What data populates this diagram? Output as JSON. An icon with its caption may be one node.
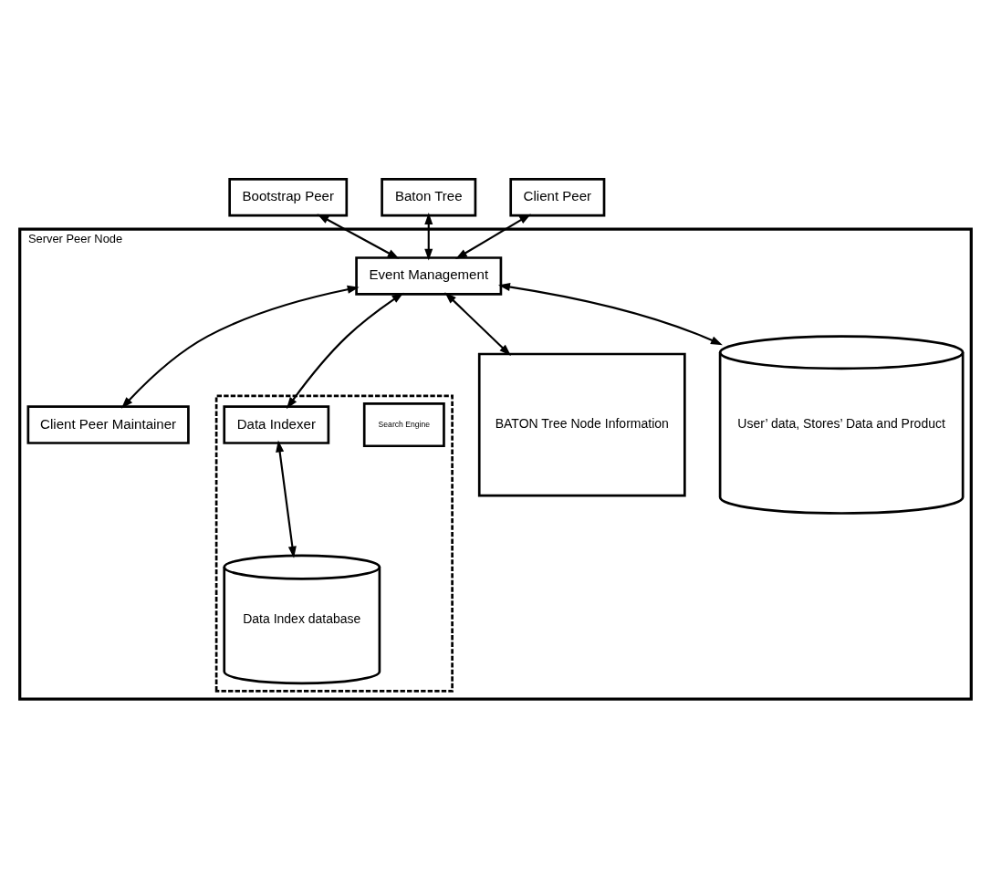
{
  "diagram": {
    "nodes": [
      {
        "text": [
          "Bootstrap Peer"
        ]
      },
      {
        "text": [
          "Baton Tree"
        ]
      },
      {
        "text": [
          "Server Peer Node"
        ]
      },
      {
        "text": [
          "Client Peer"
        ]
      },
      {
        "text": [
          "Event Management"
        ],
        "in": 2
      },
      {
        "text": [
          "Client Peer Maintainer"
        ],
        "in": 2
      },
      {
        "text": [],
        "shape": "box",
        "in": 2
      },
      {
        "text": [
          "Search Engine"
        ],
        "in": 6
      },
      {
        "text": [
          "Data Indexer"
        ],
        "in": 6
      },
      {
        "text": [
          "Data Index database"
        ],
        "in": 6
      },
      {
        "text": [
          "BATON Tree Node Information"
        ],
        "in": 2
      },
      {
        "text": [
          "User’ data, Stores’ Data and Product"
        ],
        "in": 2
      }
    ],
    "edges": [
      {
        "from": 0,
        "to": 4,
        "arrow": "both"
      },
      {
        "from": 1,
        "to": 4,
        "arrow": "both"
      },
      {
        "from": 3,
        "to": 4,
        "arrow": "both"
      },
      {
        "from": 4,
        "to": 5,
        "arrow": "both"
      },
      {
        "from": 4,
        "to": 8,
        "arrow": "both"
      },
      {
        "from": 4,
        "to": 10,
        "arrow": "both"
      },
      {
        "from": 4,
        "to": 11,
        "arrow": "both"
      },
      {
        "from": 8,
        "to": 9,
        "arrow": "both"
      }
    ]
  }
}
